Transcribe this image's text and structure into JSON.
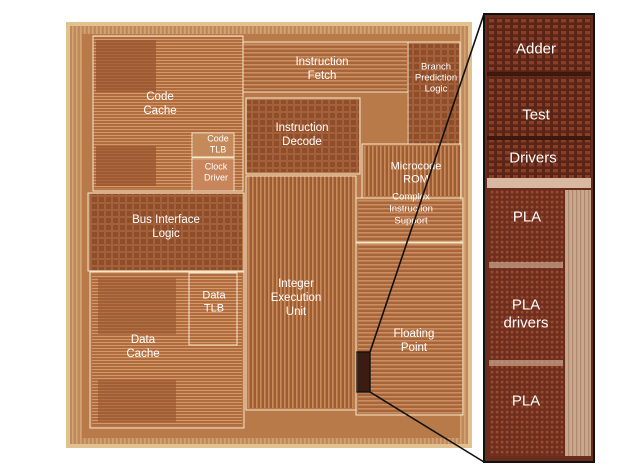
{
  "die": {
    "regions": [
      {
        "id": "code-cache",
        "lines": [
          "Code",
          "Cache"
        ]
      },
      {
        "id": "instruction-fetch",
        "lines": [
          "Instruction",
          "Fetch"
        ]
      },
      {
        "id": "branch-prediction",
        "lines": [
          "Branch",
          "Prediction",
          "Logic"
        ]
      },
      {
        "id": "code-tlb",
        "lines": [
          "Code",
          "TLB"
        ]
      },
      {
        "id": "clock-driver",
        "lines": [
          "Clock",
          "Driver"
        ]
      },
      {
        "id": "instruction-decode",
        "lines": [
          "Instruction",
          "Decode"
        ]
      },
      {
        "id": "microcode-rom",
        "lines": [
          "Microcode",
          "ROM"
        ]
      },
      {
        "id": "complex-instruction",
        "lines": [
          "Complex",
          "Instruction",
          "Support"
        ]
      },
      {
        "id": "bus-interface",
        "lines": [
          "Bus Interface",
          "Logic"
        ]
      },
      {
        "id": "data-tlb",
        "lines": [
          "Data",
          "TLB"
        ]
      },
      {
        "id": "integer-execution",
        "lines": [
          "Integer",
          "Execution",
          "Unit"
        ]
      },
      {
        "id": "data-cache",
        "lines": [
          "Data",
          "Cache"
        ]
      },
      {
        "id": "floating-point",
        "lines": [
          "Floating",
          "Point"
        ]
      }
    ]
  },
  "zoom": {
    "labels": [
      {
        "id": "adder",
        "lines": [
          "Adder"
        ]
      },
      {
        "id": "test",
        "lines": [
          "Test"
        ]
      },
      {
        "id": "drivers",
        "lines": [
          "Drivers"
        ]
      },
      {
        "id": "pla",
        "lines": [
          "PLA"
        ]
      },
      {
        "id": "pla-drivers",
        "lines": [
          "PLA",
          "drivers"
        ]
      },
      {
        "id": "pla-bottom",
        "lines": [
          "PLA"
        ]
      }
    ]
  },
  "colors": {
    "die_base": "#b87848",
    "die_border": "#e8c898",
    "region_line": "#f5e6cc",
    "zoom_base": "#6a2c1c",
    "zoom_frame": "#111111",
    "callout_line": "#111111"
  }
}
